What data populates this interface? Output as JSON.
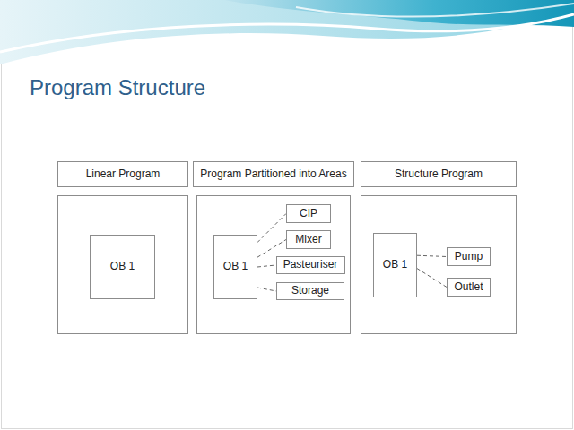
{
  "diagram": {
    "title": "Program Structure",
    "nodes": [
      {
        "text": [
          "Linear Program"
        ]
      },
      {
        "text": [
          "Program Partitioned into Areas"
        ]
      },
      {
        "text": [
          "Structure Program"
        ]
      },
      {
        "text": [
          "OB 1"
        ]
      },
      {
        "text": [
          "OB 1"
        ]
      },
      {
        "text": [
          "CIP"
        ]
      },
      {
        "text": [
          "Mixer"
        ]
      },
      {
        "text": [
          "Pasteuriser"
        ]
      },
      {
        "text": [
          "Storage"
        ]
      },
      {
        "text": [
          "OB 1"
        ]
      },
      {
        "text": [
          "Pump"
        ]
      },
      {
        "text": [
          "Outlet"
        ]
      }
    ],
    "edges": [
      {
        "from": 4,
        "to": 5,
        "arrow": "none"
      },
      {
        "from": 4,
        "to": 6,
        "arrow": "none"
      },
      {
        "from": 4,
        "to": 7,
        "arrow": "none"
      },
      {
        "from": 4,
        "to": 8,
        "arrow": "none"
      },
      {
        "from": 9,
        "to": 10,
        "arrow": "none"
      },
      {
        "from": 9,
        "to": 11,
        "arrow": "none"
      }
    ]
  }
}
